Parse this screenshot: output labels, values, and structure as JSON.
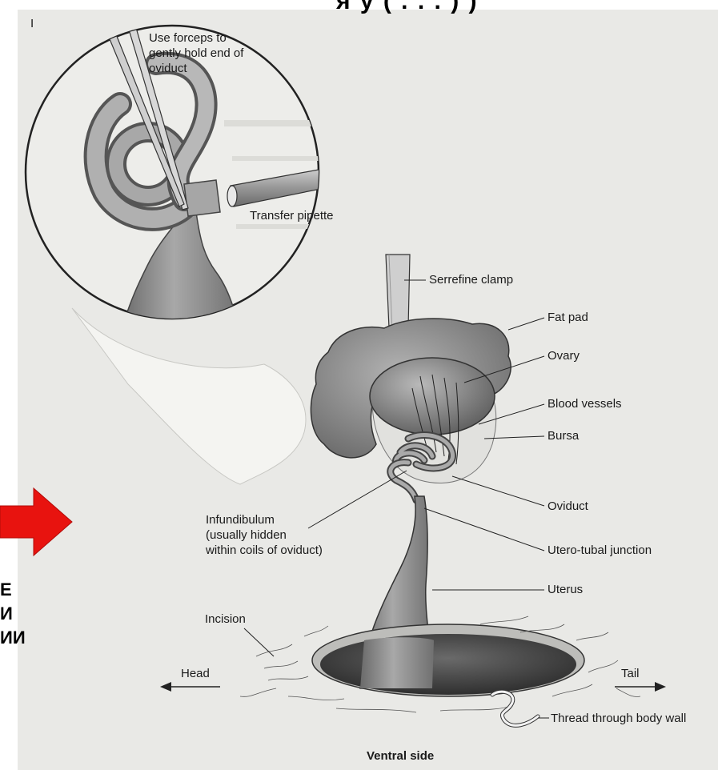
{
  "header": {
    "title_fragment": "я   у   ( . . . ) )"
  },
  "panel_marker": "I",
  "labels": {
    "forceps": "Use forceps to\ngently hold end of\noviduct",
    "transfer_pipette": "Transfer pipette",
    "serrefine_clamp": "Serrefine clamp",
    "fat_pad": "Fat pad",
    "ovary": "Ovary",
    "blood_vessels": "Blood vessels",
    "bursa": "Bursa",
    "oviduct": "Oviduct",
    "infundibulum": "Infundibulum\n(usually hidden\nwithin coils of oviduct)",
    "utero_tubal_junction": "Utero-tubal junction",
    "uterus": "Uterus",
    "incision": "Incision",
    "head": "Head",
    "tail": "Tail",
    "thread": "Thread through body wall",
    "ventral_side": "Ventral side"
  },
  "slide_text": "Е\nИ\nИИ",
  "colors": {
    "accent_arrow": "#e8130f",
    "plate": "#e9e9e6",
    "tissue": "#8e8e8e"
  }
}
